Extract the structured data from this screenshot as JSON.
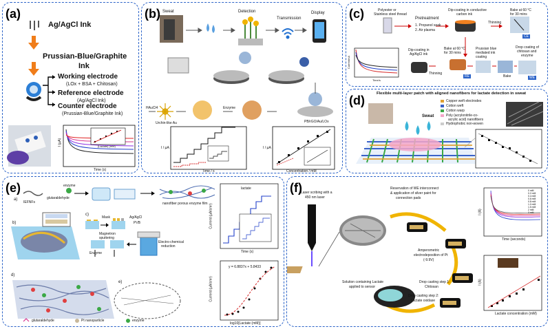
{
  "panels": {
    "a": {
      "label": "(a)",
      "ink1": "Ag/AgCl Ink",
      "ink2": "Prussian-Blue/Graphite",
      "ink2b": "Ink",
      "we": "Working electrode",
      "we_sub": "(LOx + BSA + Chitosan)",
      "re": "Reference electrode",
      "re_sub": "(Ag/AgCl Ink)",
      "ce": "Counter electrode",
      "ce_sub": "(Prussian-Blue/Graphite Ink)",
      "plot_ylabel": "I (µA)",
      "plot_xlabel": "Time (s)",
      "inset_xlabel": "[Lactate] (mM)"
    },
    "b": {
      "label": "(b)",
      "sweat": "Sweat",
      "detection": "Detection",
      "transmission": "Transmission",
      "display": "Display",
      "urchin": "Urchin-like Au",
      "enzyme": "Enzyme",
      "product": "PB/rGO/Au/LOx",
      "haucl": "HAuCl4",
      "x1": "Time / s",
      "y1": "I / µA",
      "x2": "Concentration / mM",
      "y2": "I / µA"
    },
    "c": {
      "label": "(c)",
      "s1": "Polyester or",
      "s1b": "Stainless steel thread",
      "s2": "Pretreatment",
      "s2a": "1. Propanol soak",
      "s2b": "2. Air plasma",
      "s3": "Dip-coating in conductive",
      "s3b": "carbon ink",
      "s4": "Bake at 60 °C",
      "s4b": "for 30 mins",
      "thin": "Thinning",
      "ce": "CE",
      "dip": "Dip-coating in",
      "dipb": "Ag/AgCl ink",
      "bake2": "Bake at 60 °C",
      "bake2b": "for 30 mins",
      "thin2": "Thinning",
      "re": "RE",
      "pb": "Prussian blue",
      "pbb": "mediated ink",
      "pbc": "coating",
      "bake3": "Bake",
      "drop": "Drop coating of",
      "dropb": "chitosan and",
      "dropc": "enzyme",
      "we": "WE",
      "plot_y": "Current/nA",
      "plot_x": "Time/s"
    },
    "d": {
      "label": "(d)",
      "title": "Flexible multi-layer patch with aligned nanofibers for lactate detection in sweat",
      "l1": "Copper weft electrodes",
      "l2": "Cotton weft",
      "l3": "Cotton warp",
      "l4": "Poly (acrylonitrile-co-",
      "l4b": "acrylic acid) nanofibers",
      "l5": "Hydrophobic non-woven",
      "sweat": "Sweat"
    },
    "e": {
      "label": "(e)",
      "sub_a": "a)",
      "sub_b": "b)",
      "sub_c": "c)",
      "sub_d": "d)",
      "sub_e": "e)",
      "ifnfs": "IEFNFs",
      "glut": "glutaraldehyde",
      "enzyme": "enzyme",
      "film": "nanofiber porous enzyme film",
      "mask": "Mask",
      "magnetron": "Magnetron",
      "sputtering": "sputtering",
      "agagcl": "Ag/AgCl",
      "pvb": "PVB",
      "enzyme2": "Enzyme",
      "electro": "Electro-chemical",
      "reduction": "reduction",
      "legend": "lactate",
      "x1": "Time (s)",
      "y1": "Current (µA/cm²)",
      "eq": "y = 6.8837x + 5.8433",
      "x2": "log10[Lactate (mM)]",
      "y2": "Current (µA/cm²)",
      "key1": "glutaraldehyde",
      "key2": "Pt nanoparticle",
      "key3": "enzyme"
    },
    "f": {
      "label": "(f)",
      "laser": "Laser scribing with a",
      "laserb": "450 nm laser",
      "res": "Reservation of WE interconnect",
      "resb": "& application of silver paint for",
      "resc": "connection pads",
      "amp": "Amperometric",
      "ampb": "electrodeposition of Pt",
      "ampc": "(-9.9V)",
      "drop1": "Drop casting step 1:",
      "drop1b": "Chitosan",
      "drop2": "Drop casting step 2:",
      "drop2b": "Lactate oxidase",
      "sol": "Solution containing Lactate",
      "solb": "applied to sensor",
      "plot1_x": "Time (seconds)",
      "plot1_y": "I (A)",
      "plot2_x": "Lactate concentration (mM)",
      "plot2_y": "I (A)",
      "legend": [
        "0 mM",
        "0.2 mM",
        "0.4 mM",
        "0.6 mM",
        "0.8 mM",
        "1.0 mM",
        "1.5 mM",
        "2 mM",
        "3 mM"
      ]
    }
  },
  "colors": {
    "border": "#2b63c8",
    "arrow": "#f07d1a",
    "accent_red": "#d62828",
    "fiber_pink": "#f4a6c8",
    "fiber_green": "#3aa845",
    "fiber_blue": "#3a62c8"
  }
}
